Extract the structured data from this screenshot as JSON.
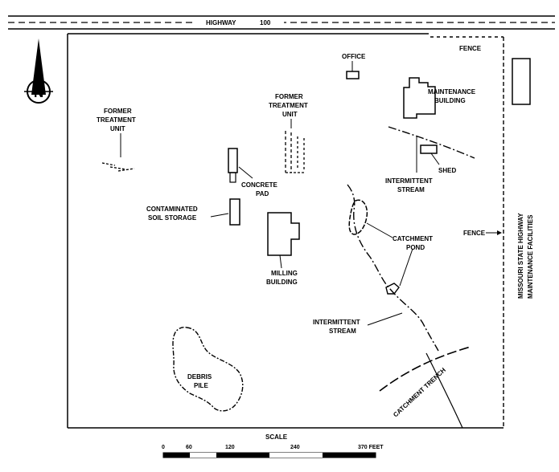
{
  "highway": {
    "name": "HIGHWAY",
    "number": "100"
  },
  "north_arrow": {
    "letter": "N"
  },
  "labels": {
    "office": "OFFICE",
    "fence_top": "FENCE",
    "maintenance_building": [
      "MAINTENANCE",
      "BUILDING"
    ],
    "former_treatment_unit_left": [
      "FORMER",
      "TREATMENT",
      "UNIT"
    ],
    "former_treatment_unit_center": [
      "FORMER",
      "TREATMENT",
      "UNIT"
    ],
    "shed": "SHED",
    "intermittent_stream_top": [
      "INTERMITTENT",
      "STREAM"
    ],
    "concrete_pad": [
      "CONCRETE",
      "PAD"
    ],
    "contaminated_soil_storage": [
      "CONTAMINATED",
      "SOIL STORAGE"
    ],
    "fence_right": "FENCE",
    "catchment_pond": [
      "CATCHMENT",
      "POND"
    ],
    "milling_building": [
      "MILLING",
      "BUILDING"
    ],
    "intermittent_stream_bottom": [
      "INTERMITTENT",
      "STREAM"
    ],
    "debris_pile": [
      "DEBRIS",
      "PILE"
    ],
    "catchment_trench": "CATCHMENT TRENCH",
    "missouri_facilities": [
      "MISSOURI STATE HIGHWAY",
      "MAINTENANCE FACILITIES"
    ]
  },
  "scale": {
    "title": "SCALE",
    "ticks": [
      "0",
      "60",
      "120",
      "240",
      "370 FEET"
    ]
  }
}
